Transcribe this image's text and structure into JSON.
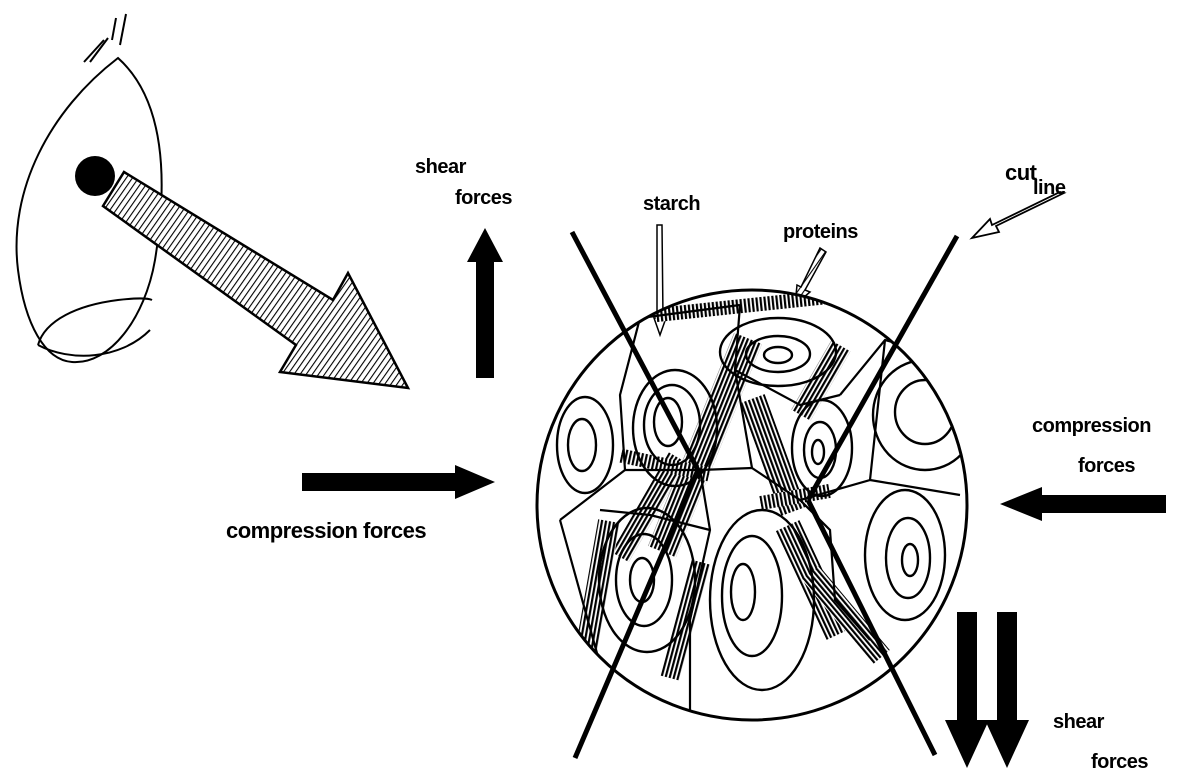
{
  "labels": {
    "shear_top_1": "shear",
    "shear_top_2": "forces",
    "starch": "starch",
    "proteins": "proteins",
    "cut_1": "cut",
    "cut_2": "line",
    "compression_right_1": "compression",
    "compression_right_2": "forces",
    "compression_left": "compression forces",
    "shear_bottom_1": "shear",
    "shear_bottom_2": "forces"
  },
  "colors": {
    "ink": "#000000",
    "background": "#ffffff"
  }
}
